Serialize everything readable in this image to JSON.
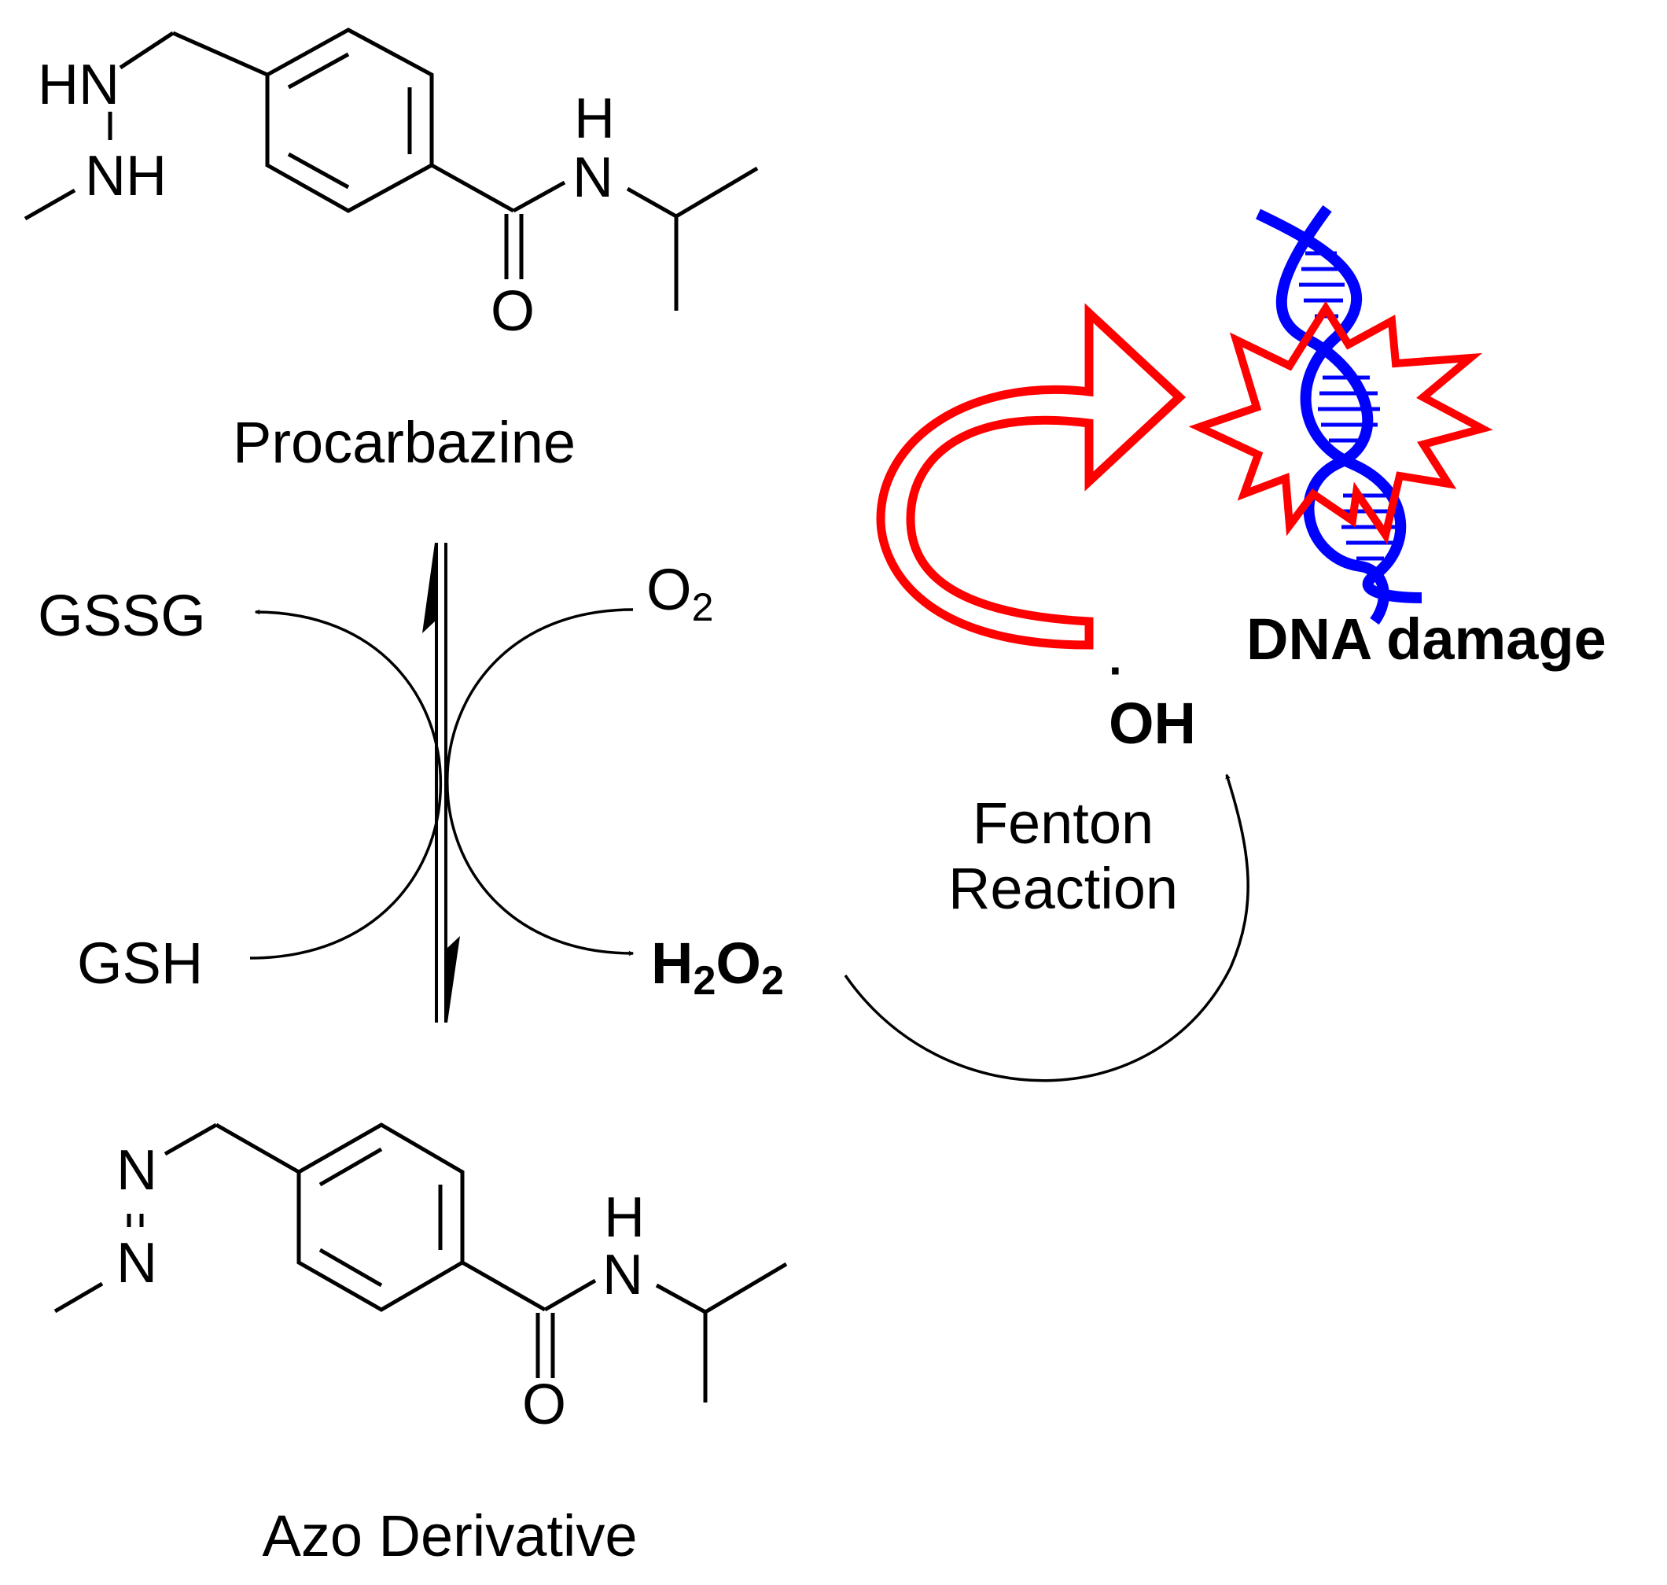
{
  "procarbazine": {
    "name": "Procarbazine",
    "atoms": {
      "hn": "HN",
      "nh": "NH",
      "amide_h": "H",
      "amide_n": "N",
      "carbonyl_o": "O"
    }
  },
  "azo_derivative": {
    "name": "Azo Derivative",
    "atoms": {
      "n_top": "N",
      "n_bottom": "N",
      "amide_h": "H",
      "amide_n": "N",
      "carbonyl_o": "O"
    }
  },
  "reagents": {
    "gssg": "GSSG",
    "gsh": "GSH",
    "o2": {
      "base": "O",
      "subscript": "2"
    },
    "h2o2": {
      "h": "H",
      "h_sub": "2",
      "o": "O",
      "o_sub": "2"
    },
    "radical": {
      "dot": "·",
      "label": "OH"
    }
  },
  "fenton": {
    "line1": "Fenton",
    "line2": "Reaction"
  },
  "dna": {
    "label": "DNA damage"
  },
  "colors": {
    "bond": "#000000",
    "highlight_arrow": "#ff0000",
    "dna_helix": "#0000ff",
    "text": "#000000"
  }
}
